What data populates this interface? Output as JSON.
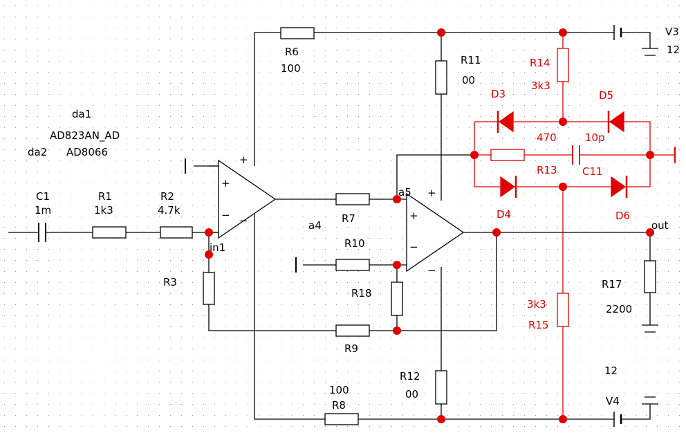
{
  "labels": {
    "da1": "da1",
    "da1_part": "AD823AN_AD",
    "da2": "da2",
    "da2_part": "AD8066",
    "c1_name": "C1",
    "c1_value": "1m",
    "r1_name": "R1",
    "r1_value": "1k3",
    "r2_name": "R2",
    "r2_value": "4.7k",
    "in1": "in1",
    "r3_name": "R3",
    "r6_name": "R6",
    "r6_value": "100",
    "a4": "a4",
    "r7_name": "R7",
    "a5": "a5",
    "r10_name": "R10",
    "r18_name": "R18",
    "r9_name": "R9",
    "r8_value": "100",
    "r8_name": "R8",
    "r11_name": "R11",
    "r11_value": "00",
    "r12_name": "R12",
    "r12_value": "00",
    "r14_name": "R14",
    "r14_value": "3k3",
    "d3": "D3",
    "d5": "D5",
    "r13_value": "470",
    "c11_value": "10p",
    "r13_name": "R13",
    "c11_name": "C11",
    "d4": "D4",
    "d6": "D6",
    "r15_value": "3k3",
    "r15_name": "R15",
    "out": "out",
    "r17_name": "R17",
    "r17_value": "2200",
    "v3_name": "V3",
    "v3_value": "12",
    "v4_value": "12",
    "v4_name": "V4",
    "plus": "+",
    "minus": "−"
  },
  "colors": {
    "wire": "#000000",
    "highlight": "#e00000",
    "grid_dot": "#9a9a9a",
    "background": "#ffffff"
  }
}
